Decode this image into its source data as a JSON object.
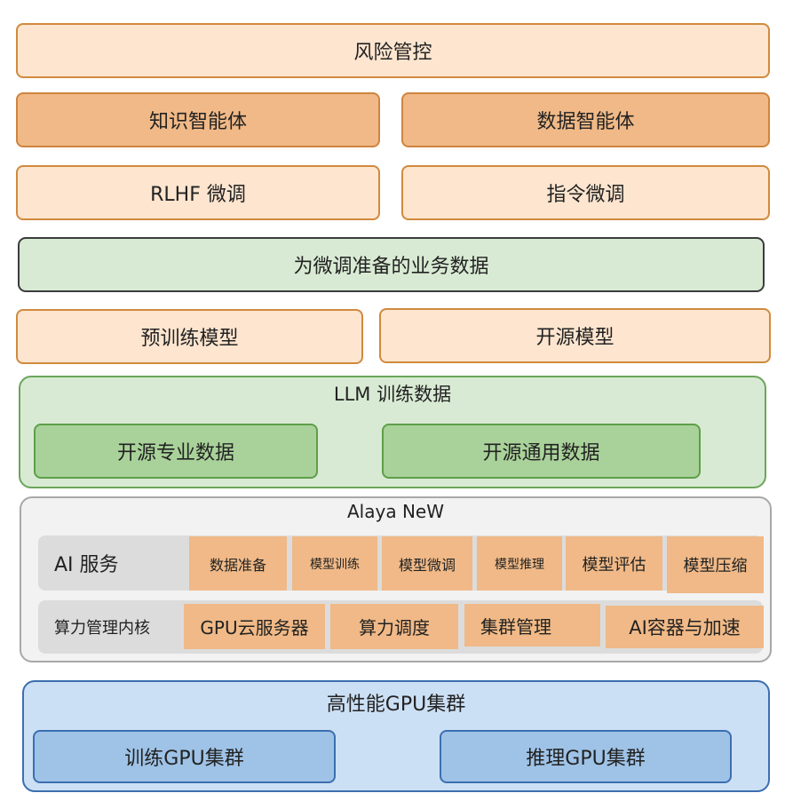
{
  "risk_control": "风险管控",
  "agents": {
    "knowledge": "知识智能体",
    "data": "数据智能体"
  },
  "tuning": {
    "rlhf": "RLHF 微调",
    "instruction": "指令微调"
  },
  "business_data": "为微调准备的业务数据",
  "models": {
    "pretrained": "预训练模型",
    "open_source": "开源模型"
  },
  "llm_data": {
    "title": "LLM 训练数据",
    "domain": "开源专业数据",
    "general": "开源通用数据"
  },
  "alaya": {
    "title": "Alaya NeW",
    "ai_services": {
      "label": "AI 服务",
      "items": [
        "数据准备",
        "模型训练",
        "模型微调",
        "模型推理",
        "模型评估",
        "模型压缩"
      ]
    },
    "compute_kernel": {
      "label": "算力管理内核",
      "items": [
        "GPU云服务器",
        "算力调度",
        "集群管理",
        "AI容器与加速"
      ]
    }
  },
  "gpu_cluster": {
    "title": "高性能GPU集群",
    "training": "训练GPU集群",
    "inference": "推理GPU集群"
  }
}
